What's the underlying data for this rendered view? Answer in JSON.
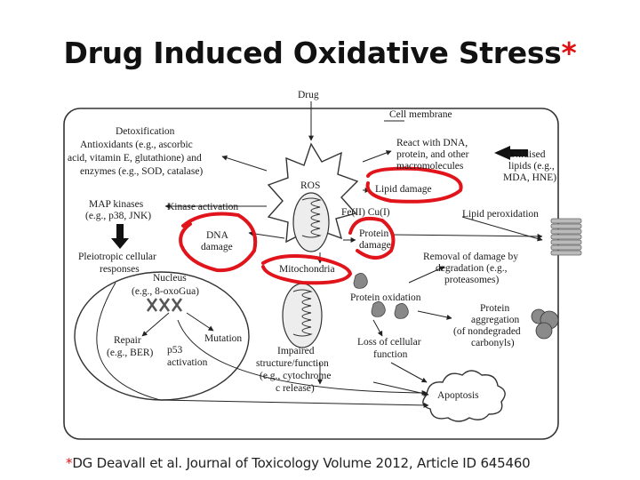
{
  "title": {
    "text": "Drug Induced Oxidative Stress",
    "marker": "*"
  },
  "diagram": {
    "labels": {
      "drug": "Drug",
      "cell_membrane": "Cell membrane",
      "detox_1": "Detoxification",
      "detox_2": "Antioxidants (e.g., ascorbic",
      "detox_3": "acid, vitamin E, glutathione) and",
      "detox_4": "enzymes (e.g., SOD, catalase)",
      "react_1": "React with DNA,",
      "react_2": "protein, and other",
      "react_3": "macromolecules",
      "oxlip_1": "Oxidised",
      "oxlip_2": "lipids (e.g.,",
      "oxlip_3": "MDA, HNE)",
      "map_1": "MAP kinases",
      "map_2": "(e.g., p38, JNK)",
      "kinase_activation": "Kinase activation",
      "ros": "ROS",
      "lipid_damage": "Lipid damage",
      "fe_cu": "Fe(II) Cu(I)",
      "lipid_peroxidation": "Lipid peroxidation",
      "dna_1": "DNA",
      "dna_2": "damage",
      "protein_1": "Protein",
      "protein_2": "damage",
      "pleio_1": "Pleiotropic cellular",
      "pleio_2": "responses",
      "nucleus": "Nucleus",
      "oxogua": "(e.g., 8-oxoGua)",
      "mitochondria": "Mitochondria",
      "removal_1": "Removal of damage by",
      "removal_2": "degradation (e.g.,",
      "removal_3": "proteasomes)",
      "protein_oxidation": "Protein oxidation",
      "aggr_1": "Protein",
      "aggr_2": "aggregation",
      "aggr_3": "(of nondegraded",
      "aggr_4": "carbonyls)",
      "repair_1": "Repair",
      "repair_2": "(e.g., BER)",
      "p53_1": "p53",
      "p53_2": "activation",
      "mutation": "Mutation",
      "loss_1": "Loss of cellular",
      "loss_2": "function",
      "impaired_1": "Impaired",
      "impaired_2": "structure/function",
      "impaired_3": "(e.g., cytochrome",
      "impaired_4": "c release)",
      "apoptosis": "Apoptosis"
    },
    "colors": {
      "highlight": "#e0141a",
      "ink": "#1a1a1a",
      "cell_fill": "#ffffff",
      "organelle_fill": "#ededed"
    }
  },
  "footnote": {
    "marker": "*",
    "text": "DG Deavall et al. Journal of Toxicology Volume 2012, Article ID 645460"
  }
}
